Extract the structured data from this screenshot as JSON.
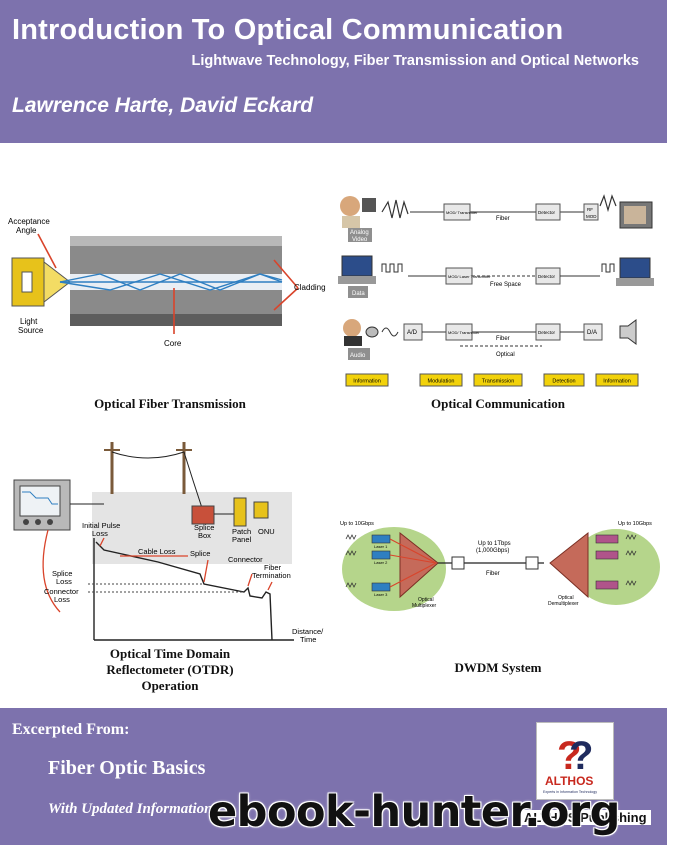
{
  "header": {
    "title": "Introduction To Optical Communication",
    "subtitle": "Lightwave Technology, Fiber Transmission and Optical Networks",
    "authors": "Lawrence Harte, David Eckard"
  },
  "panels": {
    "fiber": {
      "caption": "Optical Fiber Transmission",
      "labels": {
        "acceptance": "Acceptance",
        "angle": "Angle",
        "light": "Light",
        "source": "Source",
        "cladding": "Cladding",
        "core": "Core"
      }
    },
    "optical_comm": {
      "caption": "Optical Communication",
      "labels": {
        "analog": "Analog",
        "video": "Video",
        "data": "Data",
        "audio": "Audio",
        "mod_transmitter": "MOD/ Transmitter",
        "mod_laser": "MOD/ Laser Transmitter",
        "fiber": "Fiber",
        "free_space": "Free Space",
        "optical": "Optical",
        "detector": "Detector",
        "rf": "RF",
        "mod": "MOD",
        "ad": "A/D",
        "da": "D/A"
      },
      "stages": [
        "Information",
        "Modulation",
        "Transmission",
        "Detection",
        "Information"
      ]
    },
    "otdr": {
      "caption_line1": "Optical Time Domain",
      "caption_line2": "Reflectometer (OTDR)",
      "caption_line3": "Operation",
      "labels": {
        "initial_pulse": "Initial Pulse",
        "loss": "Loss",
        "splice": "Splice",
        "box": "Box",
        "patch": "Patch",
        "panel": "Panel",
        "onu": "ONU",
        "cable_loss": "Cable Loss",
        "splice2": "Splice",
        "connector": "Connector",
        "fiber": "Fiber",
        "termination": "Termination",
        "splice_loss1": "Splice",
        "splice_loss2": "Loss",
        "conn_loss1": "Connector",
        "conn_loss2": "Loss",
        "distance": "Distance/",
        "time": "Time"
      }
    },
    "dwdm": {
      "caption": "DWDM System",
      "labels": {
        "up_to_left": "Up to 10Gbps",
        "up_to_right": "Up to 10Gbps",
        "tbps1": "Up to 1Tbps",
        "tbps2": "(1,000Gbps)",
        "fiber": "Fiber",
        "mux1": "Optical",
        "mux2": "Multiplexer",
        "demux1": "Optical",
        "demux2": "Demultiplexer",
        "laser1": "Laser 1",
        "laser2": "Laser 2",
        "laser3": "Laser 3"
      }
    }
  },
  "footer": {
    "excerpt_label": "Excerpted From:",
    "book_title": "Fiber Optic Basics",
    "updated_info": "With Updated Information",
    "publisher": "ALTHOS Publishing",
    "logo_text": "ALTHOS",
    "logo_tagline": "Experts in Information Technology"
  },
  "watermark": "ebook-hunter.org",
  "colors": {
    "band": "#7d72ad",
    "arrow": "#d9442b",
    "ray": "#2f7fc1",
    "stage": "#f2d20a"
  }
}
